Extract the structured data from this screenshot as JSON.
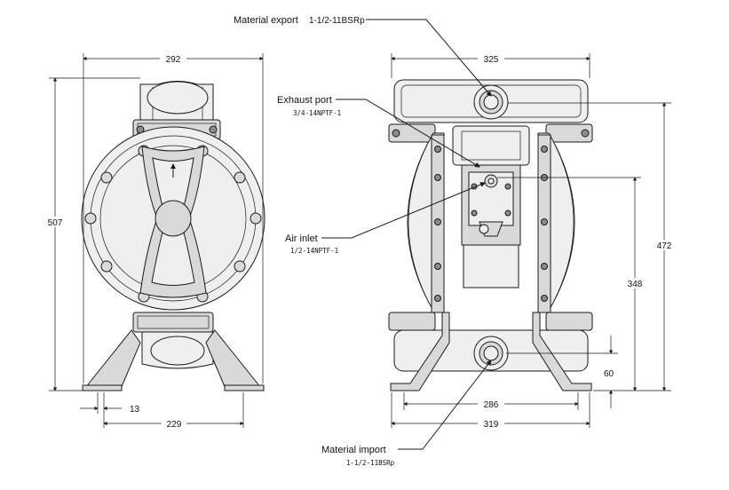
{
  "callouts": {
    "material_export": {
      "label": "Material export",
      "spec": "1-1/2-11BSRp"
    },
    "exhaust_port": {
      "label": "Exhaust port",
      "spec": "3/4-14NPTF-1"
    },
    "air_inlet": {
      "label": "Air inlet",
      "spec": "1/2-14NPTF-1"
    },
    "material_import": {
      "label": "Material import",
      "spec": "1-1/2-11BSRp"
    }
  },
  "dimensions": {
    "side_width": "292",
    "side_height": "507",
    "foot_width": "13",
    "foot_span": "229",
    "front_width": "325",
    "front_height": "472",
    "inlet_height": "348",
    "base_height": "60",
    "foot_span_inner": "286",
    "foot_span_outer": "319"
  }
}
